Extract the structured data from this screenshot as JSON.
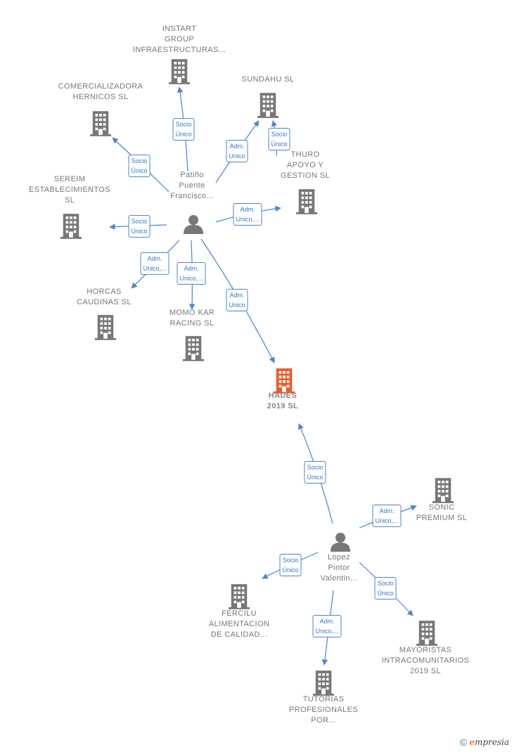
{
  "colors": {
    "company": "#777777",
    "focus": "#f05a28",
    "person": "#777777",
    "edge": "#4a86c8"
  },
  "nodes": [
    {
      "id": "instart",
      "type": "company",
      "label": "INSTART\nGROUP\nINFRAESTRUCTURAS..."
    },
    {
      "id": "sundahu",
      "type": "company",
      "label": "SUNDAHU  SL"
    },
    {
      "id": "comercializadora",
      "type": "company",
      "label": "COMERCIALIZADORA\nHERNICOS  SL"
    },
    {
      "id": "thuro",
      "type": "company",
      "label": "THURO\nAPOYO Y\nGESTION  SL"
    },
    {
      "id": "sereim",
      "type": "company",
      "label": "SEREIM\nESTABLECIMIENTOS\nSL"
    },
    {
      "id": "patino",
      "type": "person",
      "label": "Patiño\nPuente\nFrancisco..."
    },
    {
      "id": "horcas",
      "type": "company",
      "label": "HORCAS\nCAUDINAS  SL"
    },
    {
      "id": "momo",
      "type": "company",
      "label": "MOMO KAR\nRACING  SL"
    },
    {
      "id": "hades",
      "type": "focus",
      "label": "HADES\n2019  SL"
    },
    {
      "id": "sonic",
      "type": "company",
      "label": "SONIC\nPREMIUM  SL"
    },
    {
      "id": "lopez",
      "type": "person",
      "label": "Lopez\nPintor\nValentin..."
    },
    {
      "id": "fercilu",
      "type": "company",
      "label": "FERCILU\nALIMENTACION\nDE CALIDAD..."
    },
    {
      "id": "mayoristas",
      "type": "company",
      "label": "MAYORISTAS\nINTRACOMUNITARIOS\n2019  SL"
    },
    {
      "id": "tutorias",
      "type": "company",
      "label": "TUTORIAS\nPROFESIONALES\nPOR..."
    }
  ],
  "edges": [
    {
      "from": "patino",
      "to": "instart",
      "label": "Socio\nÚnico"
    },
    {
      "from": "patino",
      "to": "comercializadora",
      "label": "Socio\nÚnico"
    },
    {
      "from": "patino",
      "to": "sundahu",
      "label": "Adm.\nUnico"
    },
    {
      "from": "thuro",
      "to": "sundahu",
      "label": "Socio\nÚnico"
    },
    {
      "from": "patino",
      "to": "thuro",
      "label": "Adm.\nUnico,..."
    },
    {
      "from": "patino",
      "to": "sereim",
      "label": "Socio\nÚnico"
    },
    {
      "from": "patino",
      "to": "horcas",
      "label": "Adm.\nUnico,..."
    },
    {
      "from": "patino",
      "to": "momo",
      "label": "Adm.\nUnico,..."
    },
    {
      "from": "patino",
      "to": "hades",
      "label": "Adm.\nUnico"
    },
    {
      "from": "lopez",
      "to": "hades",
      "label": "Socio\nÚnico"
    },
    {
      "from": "lopez",
      "to": "sonic",
      "label": "Adm.\nUnico,..."
    },
    {
      "from": "lopez",
      "to": "fercilu",
      "label": "Socio\nÚnico"
    },
    {
      "from": "lopez",
      "to": "mayoristas",
      "label": "Socio\nÚnico"
    },
    {
      "from": "lopez",
      "to": "tutorias",
      "label": "Adm.\nUnico,..."
    }
  ],
  "footer": {
    "copyright": "©",
    "brand_first": "e",
    "brand_rest": "mpresia"
  }
}
